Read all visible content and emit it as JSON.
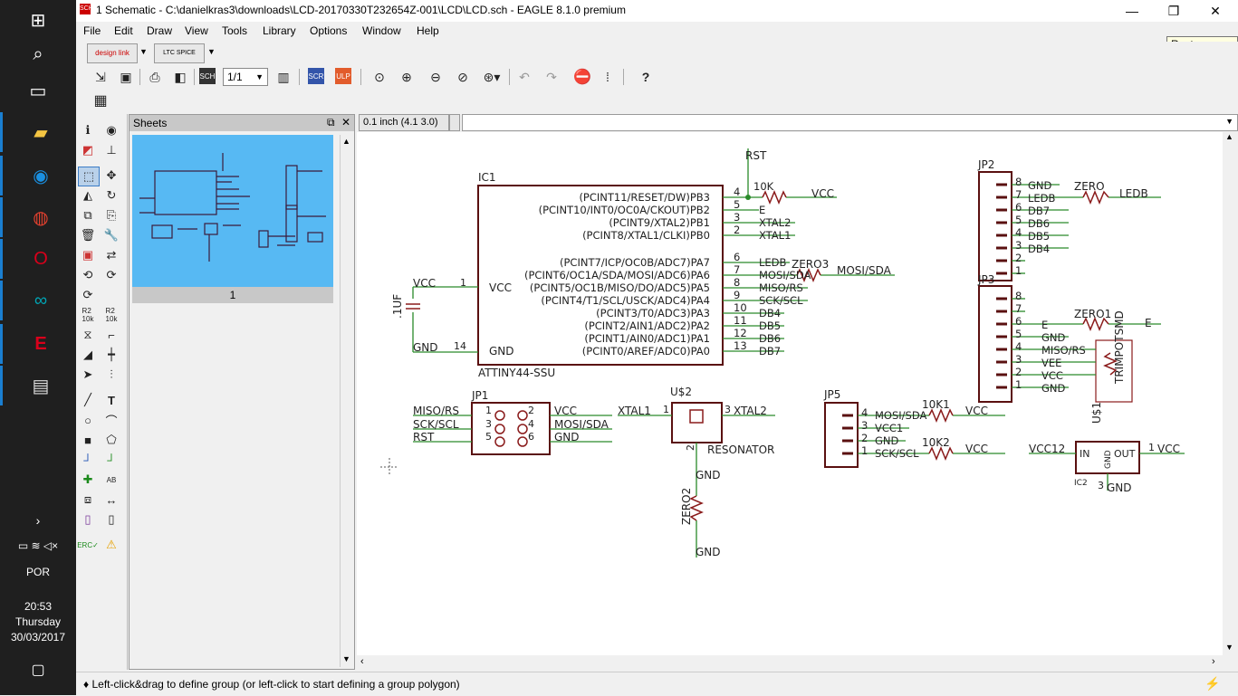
{
  "window": {
    "title": "1 Schematic - C:\\danielkras3\\downloads\\LCD-20170330T232654Z-001\\LCD\\LCD.sch - EAGLE 8.1.0 premium"
  },
  "menu": [
    "File",
    "Edit",
    "Draw",
    "View",
    "Tools",
    "Library",
    "Options",
    "Window",
    "Help"
  ],
  "tooltip": "Restore Down",
  "toolbar": {
    "sheet_select": "1/1",
    "design_link": "design link",
    "ltc_spice": "LTC SPICE"
  },
  "sheets": {
    "title": "Sheets",
    "thumb_label": "1"
  },
  "canvas": {
    "coord": "0.1 inch (4.1 3.0)"
  },
  "status": {
    "text": "Left-click&drag to define group (or left-click to start defining a group polygon)"
  },
  "tray": {
    "lang": "POR",
    "time": "20:53",
    "day": "Thursday",
    "date": "30/03/2017"
  },
  "schematic": {
    "ic1": {
      "name": "IC1",
      "value": "ATTINY44-SSU",
      "pins_right": [
        {
          "num": "4",
          "label": "(PCINT11/RESET/DW)PB3",
          "net": "10K"
        },
        {
          "num": "5",
          "label": "(PCINT10/INT0/OC0A/CKOUT)PB2",
          "net": "E"
        },
        {
          "num": "3",
          "label": "(PCINT9/XTAL2)PB1",
          "net": "XTAL2"
        },
        {
          "num": "2",
          "label": "(PCINT8/XTAL1/CLKI)PB0",
          "net": "XTAL1"
        },
        {
          "num": "6",
          "label": "(PCINT7/ICP/OC0B/ADC7)PA7",
          "net": "LEDB"
        },
        {
          "num": "7",
          "label": "(PCINT6/OC1A/SDA/MOSI/ADC6)PA6",
          "net": "MOSI/SDA"
        },
        {
          "num": "8",
          "label": "(PCINT5/OC1B/MISO/DO/ADC5)PA5",
          "net": "MISO/RS"
        },
        {
          "num": "9",
          "label": "(PCINT4/T1/SCL/USCK/ADC4)PA4",
          "net": "SCK/SCL"
        },
        {
          "num": "10",
          "label": "(PCINT3/T0/ADC3)PA3",
          "net": "DB4"
        },
        {
          "num": "11",
          "label": "(PCINT2/AIN1/ADC2)PA2",
          "net": "DB5"
        },
        {
          "num": "12",
          "label": "(PCINT1/AIN0/ADC1)PA1",
          "net": "DB6"
        },
        {
          "num": "13",
          "label": "(PCINT0/AREF/ADC0)PA0",
          "net": "DB7"
        }
      ],
      "vcc_pin": "1",
      "gnd_pin": "14",
      "vcc": "VCC",
      "gnd": "GND"
    },
    "rst": "RST",
    "vcc_net": "VCC",
    "cap": ".1UF",
    "zero3": "ZERO3",
    "mosi_sda": "MOSI/SDA",
    "jp1": {
      "name": "JP1",
      "left": [
        "MISO/RS",
        "SCK/SCL",
        "RST"
      ],
      "lnums": [
        "1",
        "3",
        "5"
      ],
      "right": [
        "VCC",
        "MOSI/SDA",
        "GND"
      ],
      "rnums": [
        "2",
        "4",
        "6"
      ]
    },
    "u2": {
      "name": "U$2",
      "value": "RESONATOR",
      "xtal1": "XTAL1",
      "xtal2": "XTAL2",
      "p1": "1",
      "p2": "2",
      "p3": "3",
      "gnd": "GND",
      "r": "ZERO2",
      "gnd2": "GND"
    },
    "jp2": {
      "name": "JP2",
      "pins": [
        "8",
        "7",
        "6",
        "5",
        "4",
        "3",
        "2",
        "1"
      ],
      "nets": [
        "GND",
        "LEDB",
        "DB7",
        "DB6",
        "DB5",
        "DB4",
        "",
        ""
      ],
      "r": "ZERO",
      "out": "LEDB"
    },
    "jp3": {
      "name": "JP3",
      "pins": [
        "8",
        "7",
        "6",
        "5",
        "4",
        "3",
        "2",
        "1"
      ],
      "nets": [
        "",
        "",
        "E",
        "GND",
        "MISO/RS",
        "VEE",
        "VCC",
        "GND"
      ],
      "r": "ZERO1",
      "out": "E",
      "pot": "TRIMPOTSMD",
      "pot_name": "U$1"
    },
    "jp5": {
      "name": "JP5",
      "pins": [
        "4",
        "3",
        "2",
        "1"
      ],
      "nets": [
        "MOSI/SDA",
        "VCC1",
        "GND",
        "SCK/SCL"
      ],
      "r1": "10K1",
      "r2": "10K2",
      "vcc": "VCC"
    },
    "ic2": {
      "name": "IC2",
      "in": "IN",
      "out": "OUT",
      "gnd": "GND",
      "vcc12": "VCC12",
      "vcc": "VCC",
      "p1": "1",
      "p3": "3",
      "gndnet": "GND"
    }
  }
}
